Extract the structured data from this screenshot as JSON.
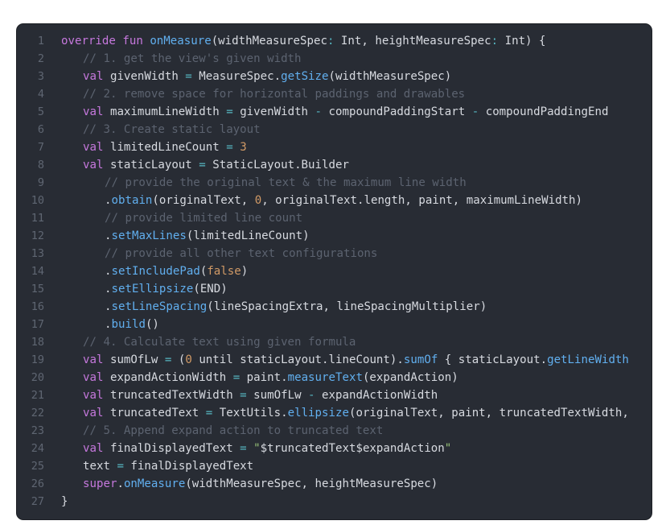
{
  "editor": {
    "language": "Kotlin",
    "theme_colors": {
      "background": "#282c34",
      "line_number": "#5f6672",
      "plain": "#d7dae0",
      "keyword": "#c678dd",
      "function": "#61afef",
      "number": "#d19a66",
      "comment": "#5c6370",
      "operator": "#56b6c2",
      "string": "#98c379"
    },
    "lines": [
      {
        "number": "1",
        "indent": 0,
        "tokens": [
          {
            "t": "kw",
            "v": "override fun "
          },
          {
            "t": "fn",
            "v": "onMeasure"
          },
          {
            "t": "plain",
            "v": "(widthMeasureSpec"
          },
          {
            "t": "op",
            "v": ":"
          },
          {
            "t": "plain",
            "v": " Int, heightMeasureSpec"
          },
          {
            "t": "op",
            "v": ":"
          },
          {
            "t": "plain",
            "v": " Int) {"
          }
        ]
      },
      {
        "number": "2",
        "indent": 1,
        "tokens": [
          {
            "t": "cm",
            "v": "// 1. get the view's given width"
          }
        ]
      },
      {
        "number": "3",
        "indent": 1,
        "tokens": [
          {
            "t": "kw",
            "v": "val "
          },
          {
            "t": "plain",
            "v": "givenWidth "
          },
          {
            "t": "op",
            "v": "="
          },
          {
            "t": "plain",
            "v": " MeasureSpec."
          },
          {
            "t": "fn",
            "v": "getSize"
          },
          {
            "t": "plain",
            "v": "(widthMeasureSpec)"
          }
        ]
      },
      {
        "number": "4",
        "indent": 1,
        "tokens": [
          {
            "t": "cm",
            "v": "// 2. remove space for horizontal paddings and drawables"
          }
        ]
      },
      {
        "number": "5",
        "indent": 1,
        "tokens": [
          {
            "t": "kw",
            "v": "val "
          },
          {
            "t": "plain",
            "v": "maximumLineWidth "
          },
          {
            "t": "op",
            "v": "="
          },
          {
            "t": "plain",
            "v": " givenWidth "
          },
          {
            "t": "op",
            "v": "-"
          },
          {
            "t": "plain",
            "v": " compoundPaddingStart "
          },
          {
            "t": "op",
            "v": "-"
          },
          {
            "t": "plain",
            "v": " compoundPaddingEnd"
          }
        ]
      },
      {
        "number": "6",
        "indent": 1,
        "tokens": [
          {
            "t": "cm",
            "v": "// 3. Create static layout"
          }
        ]
      },
      {
        "number": "7",
        "indent": 1,
        "tokens": [
          {
            "t": "kw",
            "v": "val "
          },
          {
            "t": "plain",
            "v": "limitedLineCount "
          },
          {
            "t": "op",
            "v": "="
          },
          {
            "t": "plain",
            "v": " "
          },
          {
            "t": "num",
            "v": "3"
          }
        ]
      },
      {
        "number": "8",
        "indent": 1,
        "tokens": [
          {
            "t": "kw",
            "v": "val "
          },
          {
            "t": "plain",
            "v": "staticLayout "
          },
          {
            "t": "op",
            "v": "="
          },
          {
            "t": "plain",
            "v": " StaticLayout.Builder"
          }
        ]
      },
      {
        "number": "9",
        "indent": 2,
        "tokens": [
          {
            "t": "cm",
            "v": "// provide the original text & the maximum line width"
          }
        ]
      },
      {
        "number": "10",
        "indent": 2,
        "tokens": [
          {
            "t": "plain",
            "v": "."
          },
          {
            "t": "fn",
            "v": "obtain"
          },
          {
            "t": "plain",
            "v": "(originalText, "
          },
          {
            "t": "num",
            "v": "0"
          },
          {
            "t": "plain",
            "v": ", originalText.length, paint, maximumLineWidth)"
          }
        ]
      },
      {
        "number": "11",
        "indent": 2,
        "tokens": [
          {
            "t": "cm",
            "v": "// provide limited line count"
          }
        ]
      },
      {
        "number": "12",
        "indent": 2,
        "tokens": [
          {
            "t": "plain",
            "v": "."
          },
          {
            "t": "fn",
            "v": "setMaxLines"
          },
          {
            "t": "plain",
            "v": "(limitedLineCount)"
          }
        ]
      },
      {
        "number": "13",
        "indent": 2,
        "tokens": [
          {
            "t": "cm",
            "v": "// provide all other text configurations"
          }
        ]
      },
      {
        "number": "14",
        "indent": 2,
        "tokens": [
          {
            "t": "plain",
            "v": "."
          },
          {
            "t": "fn",
            "v": "setIncludePad"
          },
          {
            "t": "plain",
            "v": "("
          },
          {
            "t": "num",
            "v": "false"
          },
          {
            "t": "plain",
            "v": ")"
          }
        ]
      },
      {
        "number": "15",
        "indent": 2,
        "tokens": [
          {
            "t": "plain",
            "v": "."
          },
          {
            "t": "fn",
            "v": "setEllipsize"
          },
          {
            "t": "plain",
            "v": "(END)"
          }
        ]
      },
      {
        "number": "16",
        "indent": 2,
        "tokens": [
          {
            "t": "plain",
            "v": "."
          },
          {
            "t": "fn",
            "v": "setLineSpacing"
          },
          {
            "t": "plain",
            "v": "(lineSpacingExtra, lineSpacingMultiplier)"
          }
        ]
      },
      {
        "number": "17",
        "indent": 2,
        "tokens": [
          {
            "t": "plain",
            "v": "."
          },
          {
            "t": "fn",
            "v": "build"
          },
          {
            "t": "plain",
            "v": "()"
          }
        ]
      },
      {
        "number": "18",
        "indent": 1,
        "tokens": [
          {
            "t": "cm",
            "v": "// 4. Calculate text using given formula"
          }
        ]
      },
      {
        "number": "19",
        "indent": 1,
        "tokens": [
          {
            "t": "kw",
            "v": "val "
          },
          {
            "t": "plain",
            "v": "sumOfLw "
          },
          {
            "t": "op",
            "v": "="
          },
          {
            "t": "plain",
            "v": " ("
          },
          {
            "t": "num",
            "v": "0"
          },
          {
            "t": "plain",
            "v": " until staticLayout.lineCount)."
          },
          {
            "t": "fn",
            "v": "sumOf"
          },
          {
            "t": "plain",
            "v": " { staticLayout."
          },
          {
            "t": "fn",
            "v": "getLineWidth"
          }
        ]
      },
      {
        "number": "20",
        "indent": 1,
        "tokens": [
          {
            "t": "kw",
            "v": "val "
          },
          {
            "t": "plain",
            "v": "expandActionWidth "
          },
          {
            "t": "op",
            "v": "="
          },
          {
            "t": "plain",
            "v": " paint."
          },
          {
            "t": "fn",
            "v": "measureText"
          },
          {
            "t": "plain",
            "v": "(expandAction)"
          }
        ]
      },
      {
        "number": "21",
        "indent": 1,
        "tokens": [
          {
            "t": "kw",
            "v": "val "
          },
          {
            "t": "plain",
            "v": "truncatedTextWidth "
          },
          {
            "t": "op",
            "v": "="
          },
          {
            "t": "plain",
            "v": " sumOfLw "
          },
          {
            "t": "op",
            "v": "-"
          },
          {
            "t": "plain",
            "v": " expandActionWidth"
          }
        ]
      },
      {
        "number": "22",
        "indent": 1,
        "tokens": [
          {
            "t": "kw",
            "v": "val "
          },
          {
            "t": "plain",
            "v": "truncatedText "
          },
          {
            "t": "op",
            "v": "="
          },
          {
            "t": "plain",
            "v": " TextUtils."
          },
          {
            "t": "fn",
            "v": "ellipsize"
          },
          {
            "t": "plain",
            "v": "(originalText, paint, truncatedTextWidth,"
          }
        ]
      },
      {
        "number": "23",
        "indent": 1,
        "tokens": [
          {
            "t": "cm",
            "v": "// 5. Append expand action to truncated text"
          }
        ]
      },
      {
        "number": "24",
        "indent": 1,
        "tokens": [
          {
            "t": "kw",
            "v": "val "
          },
          {
            "t": "plain",
            "v": "finalDisplayedText "
          },
          {
            "t": "op",
            "v": "="
          },
          {
            "t": "plain",
            "v": " "
          },
          {
            "t": "str",
            "v": "\""
          },
          {
            "t": "plain",
            "v": "$truncatedText$expandAction"
          },
          {
            "t": "str",
            "v": "\""
          }
        ]
      },
      {
        "number": "25",
        "indent": 1,
        "tokens": [
          {
            "t": "plain",
            "v": "text "
          },
          {
            "t": "op",
            "v": "="
          },
          {
            "t": "plain",
            "v": " finalDisplayedText"
          }
        ]
      },
      {
        "number": "26",
        "indent": 1,
        "tokens": [
          {
            "t": "kw",
            "v": "super"
          },
          {
            "t": "plain",
            "v": "."
          },
          {
            "t": "fn",
            "v": "onMeasure"
          },
          {
            "t": "plain",
            "v": "(widthMeasureSpec, heightMeasureSpec)"
          }
        ]
      },
      {
        "number": "27",
        "indent": 0,
        "tokens": [
          {
            "t": "plain",
            "v": "}"
          }
        ]
      }
    ]
  }
}
